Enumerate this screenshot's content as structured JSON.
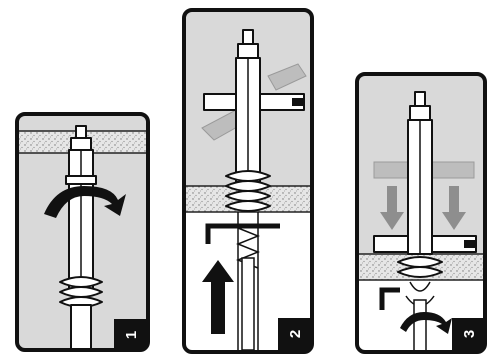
{
  "steps": [
    {
      "number": "1"
    },
    {
      "number": "2"
    },
    {
      "number": "3"
    }
  ]
}
